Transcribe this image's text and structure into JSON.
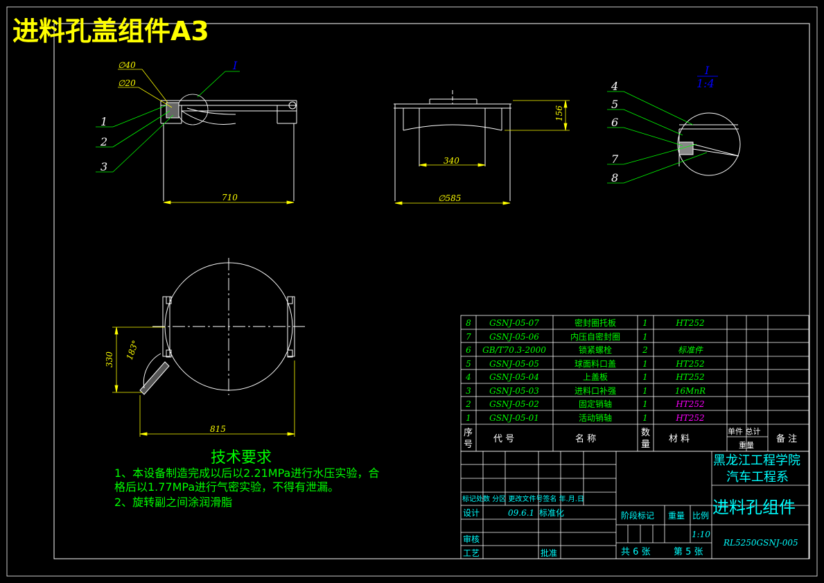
{
  "title": "进料孔盖组件A3",
  "labels": {
    "d40": "∅40",
    "d20": "∅20",
    "detail_callout": "I",
    "detail_title": "I",
    "detail_scale": "1:4",
    "dim_710": "710",
    "dim_585": "∅585",
    "dim_340": "340",
    "dim_156": "156",
    "dim_330": "330",
    "dim_815": "815",
    "dim_angle": "183°",
    "parts_left": [
      "1",
      "2",
      "3"
    ],
    "parts_detail": [
      "4",
      "5",
      "6",
      "7",
      "8"
    ]
  },
  "tech": {
    "heading": "技术要求",
    "line1": "1、本设备制造完成以后以2.21MPa进行水压实验，合",
    "line2": "格后以1.77MPa进行气密实验，不得有泄漏。",
    "line3": "2、旋转副之间涂润滑脂"
  },
  "bom": {
    "rows": [
      {
        "no": "8",
        "code": "GSNJ-05-07",
        "name": "密封圈托板",
        "qty": "1",
        "material": "HT252"
      },
      {
        "no": "7",
        "code": "GSNJ-05-06",
        "name": "内压自密封圈",
        "qty": "1",
        "material": ""
      },
      {
        "no": "6",
        "code": "GB/T70.3-2000",
        "name": "锁紧螺栓",
        "qty": "2",
        "material": "标准件"
      },
      {
        "no": "5",
        "code": "GSNJ-05-05",
        "name": "球面料口盖",
        "qty": "1",
        "material": "HT252"
      },
      {
        "no": "4",
        "code": "GSNJ-05-04",
        "name": "上盖板",
        "qty": "1",
        "material": "HT252"
      },
      {
        "no": "3",
        "code": "GSNJ-05-03",
        "name": "进料口补强",
        "qty": "1",
        "material": "16MnR"
      },
      {
        "no": "2",
        "code": "GSNJ-05-02",
        "name": "固定销轴",
        "qty": "1",
        "material": "HT252"
      },
      {
        "no": "1",
        "code": "GSNJ-05-01",
        "name": "活动销轴",
        "qty": "1",
        "material": "HT252"
      }
    ],
    "header": {
      "no_a": "序",
      "no_b": "号",
      "code": "代 号",
      "name": "名 称",
      "qty_a": "数",
      "qty_b": "量",
      "material": "材 料",
      "weight_a": "单件 总计",
      "weight_b": "重量",
      "remark": "备 注"
    }
  },
  "titleblock": {
    "school": "黑龙江工程学院",
    "dept": "汽车工程系",
    "drawing_name": "进料孔组件",
    "drawing_no": "RL5250GSNJ-005",
    "mark_row": "标记处数  分区  更改文件号签名 年.月.日",
    "design": "设计",
    "date": "09.6.1",
    "std": "标准化",
    "check": "审核",
    "process": "工艺",
    "approve": "批准",
    "stage": "阶段标记",
    "weight": "重量",
    "scale_label": "比例",
    "scale": "1:10",
    "sheets": "共 6 张",
    "sheet_no": "第 5 张"
  },
  "colors": {
    "bg": "#000000",
    "line": "#ffffff",
    "dim": "#ffff00",
    "bom_text": "#00ff00",
    "bom_code": "#00ffff",
    "tech": "#00ff00",
    "callout": "#0000ff",
    "magenta": "#ff00ff",
    "title_text": "#00ffff",
    "leader": "#00ff00"
  }
}
